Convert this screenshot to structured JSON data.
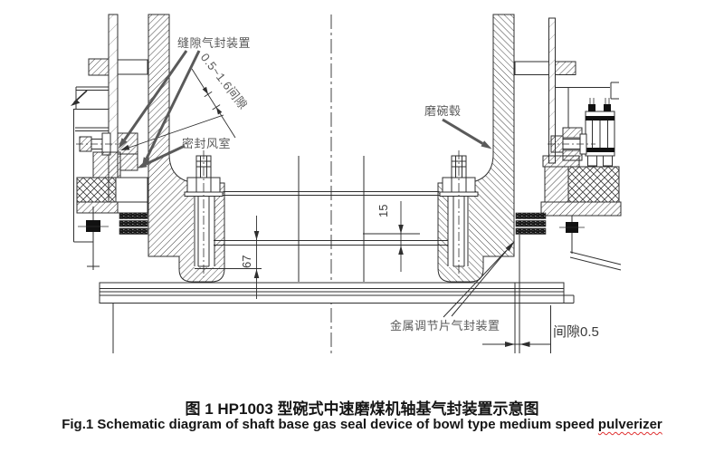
{
  "figure": {
    "caption_zh": "图 1 HP1003 型碗式中速磨煤机轴基气封装置示意图",
    "caption_en_prefix": "Fig.1 Schematic diagram of shaft base gas seal device of bowl type medium speed ",
    "caption_en_last_word": "pulverizer"
  },
  "labels": {
    "gap_seal_device": "缝隙气封装置",
    "gap_range": "0.5~1.6间隙",
    "seal_air_chamber": "密封风室",
    "bowl_hub": "磨碗毂",
    "metal_shim_seal_device": "金属调节片气封装置",
    "clearance": "间隙0.5"
  },
  "dimensions": {
    "plate_gap": "15",
    "seal_height": "67"
  },
  "colors": {
    "line": "#2f2f2f",
    "label_text": "#5b5b5b",
    "caption_text": "#161616",
    "spellcheck_underline": "#e03131"
  }
}
